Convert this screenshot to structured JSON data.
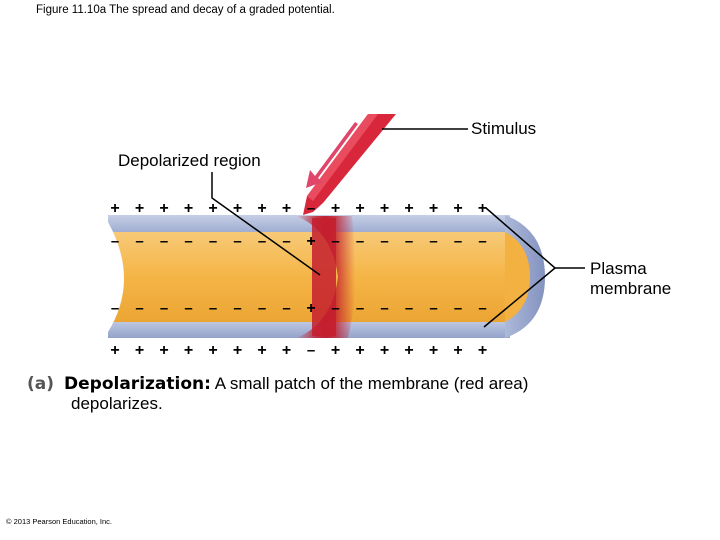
{
  "figure_title": "Figure 11.10a The spread and decay of a graded potential.",
  "labels": {
    "stimulus": "Stimulus",
    "depolarized_region": "Depolarized region",
    "plasma_membrane": "Plasma membrane"
  },
  "charges": {
    "top_outer": [
      "+",
      "+",
      "+",
      "+",
      "+",
      "+",
      "+",
      "+",
      "–",
      "+",
      "+",
      "+",
      "+",
      "+",
      "+",
      "+"
    ],
    "top_inner": [
      "–",
      "–",
      "–",
      "–",
      "–",
      "–",
      "–",
      "–",
      "+",
      "–",
      "–",
      "–",
      "–",
      "–",
      "–",
      "–"
    ],
    "bottom_inner": [
      "–",
      "–",
      "–",
      "–",
      "–",
      "–",
      "–",
      "–",
      "+",
      "–",
      "–",
      "–",
      "–",
      "–",
      "–",
      "–"
    ],
    "bottom_outer": [
      "+",
      "+",
      "+",
      "+",
      "+",
      "+",
      "+",
      "+",
      "–",
      "+",
      "+",
      "+",
      "+",
      "+",
      "+",
      "+"
    ]
  },
  "caption": {
    "panel_letter": "(a)",
    "heading": "Depolarization:",
    "text_line1": "A small patch of the membrane (red area)",
    "text_line2": "depolarizes."
  },
  "copyright": "© 2013 Pearson Education, Inc.",
  "colors": {
    "axoplasm": "#f5b94a",
    "membrane": "#a8b5d6",
    "depolarized": "#c41e2e",
    "stimulus_arrow": "#e0456a"
  }
}
